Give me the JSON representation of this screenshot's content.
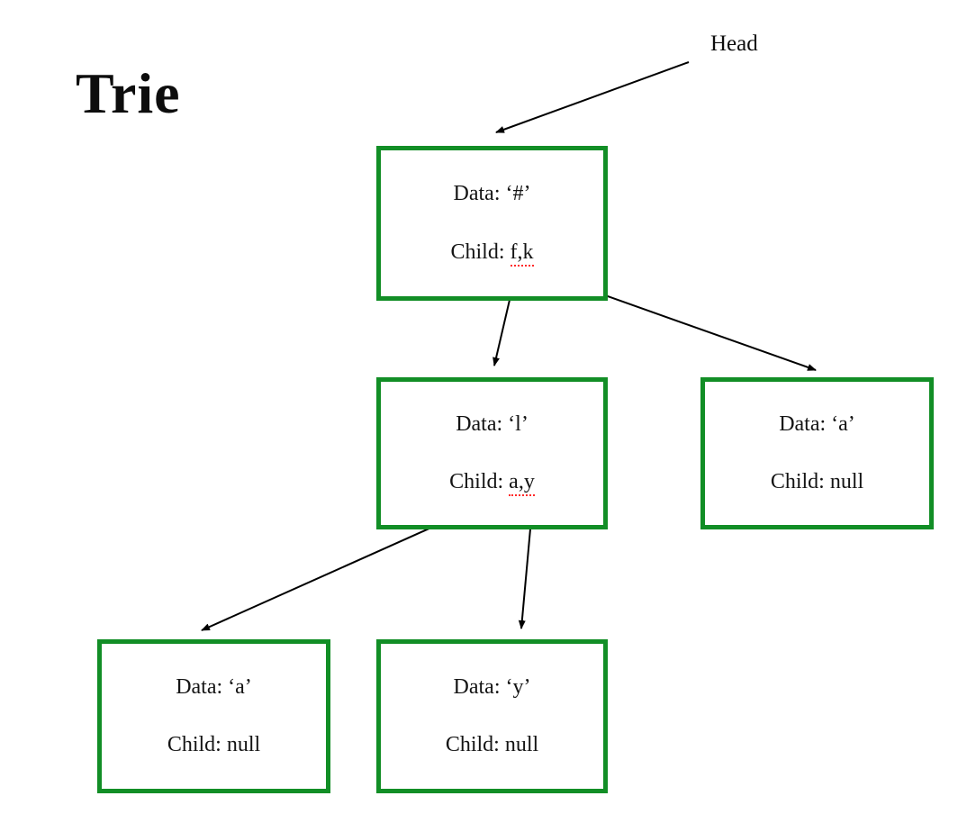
{
  "title": "Trie",
  "head_label": "Head",
  "colors": {
    "node_border": "#128e26",
    "arrow": "#000000",
    "squiggle": "#ff2a2a",
    "text": "#141414",
    "background": "#ffffff"
  },
  "nodes": [
    {
      "id": "root",
      "data_text": "Data: ‘#’",
      "child_prefix": "Child: ",
      "child_value": "f,k",
      "misspelled": true
    },
    {
      "id": "l",
      "data_text": "Data: ‘l’",
      "child_prefix": "Child: ",
      "child_value": "a,y",
      "misspelled": true
    },
    {
      "id": "a-right",
      "data_text": "Data: ‘a’",
      "child_prefix": "Child: ",
      "child_value": "null",
      "misspelled": false
    },
    {
      "id": "a-bottom",
      "data_text": "Data: ‘a’",
      "child_prefix": "Child: ",
      "child_value": "null",
      "misspelled": false
    },
    {
      "id": "y-bottom",
      "data_text": "Data: ‘y’",
      "child_prefix": "Child: ",
      "child_value": "null",
      "misspelled": false
    }
  ],
  "edges": [
    {
      "from": "head-label",
      "to": "root"
    },
    {
      "from": "root",
      "to": "l"
    },
    {
      "from": "root",
      "to": "a-right"
    },
    {
      "from": "l",
      "to": "a-bottom"
    },
    {
      "from": "l",
      "to": "y-bottom"
    }
  ]
}
